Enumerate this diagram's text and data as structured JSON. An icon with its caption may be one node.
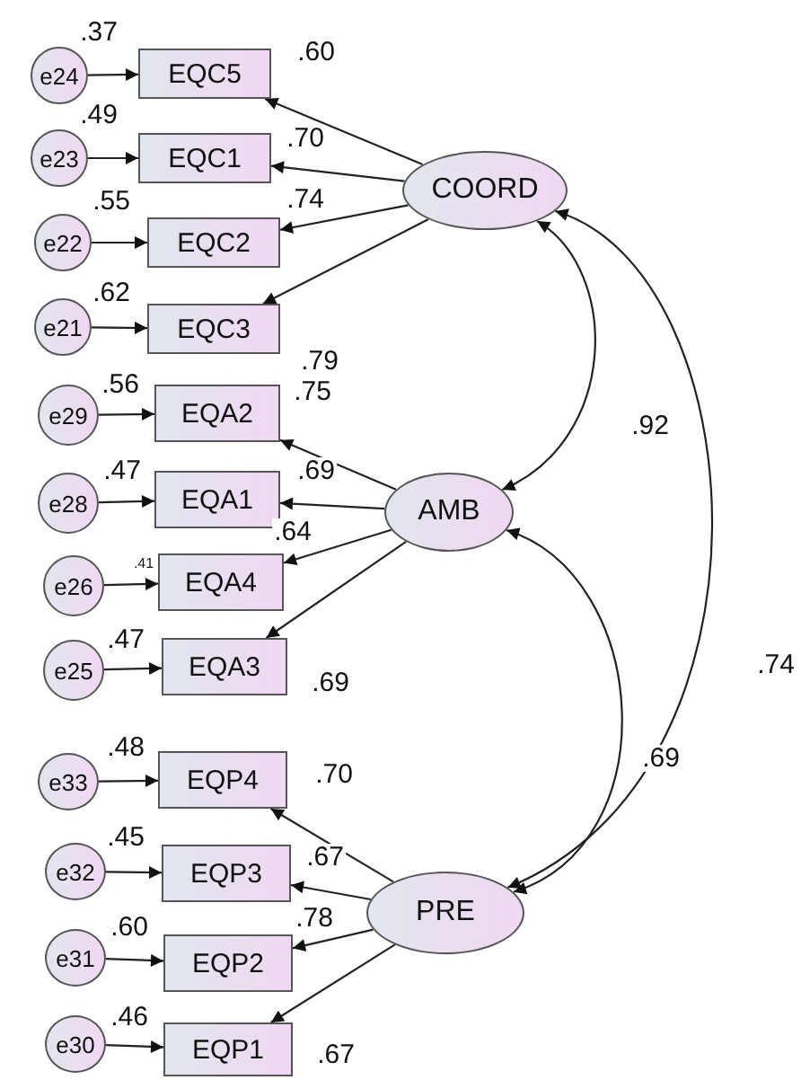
{
  "diagram": {
    "nodes": [
      {
        "text": [
          "e24"
        ]
      },
      {
        "text": [
          "EQC5"
        ]
      },
      {
        "text": [
          "e23"
        ]
      },
      {
        "text": [
          "EQC1"
        ]
      },
      {
        "text": [
          "COORD"
        ]
      },
      {
        "text": [
          "e22"
        ]
      },
      {
        "text": [
          "EQC2"
        ]
      },
      {
        "text": [
          "e21"
        ]
      },
      {
        "text": [
          "EQC3"
        ]
      },
      {
        "text": [
          "e29"
        ]
      },
      {
        "text": [
          "EQA2"
        ]
      },
      {
        "text": [
          "e28"
        ]
      },
      {
        "text": [
          "EQA1"
        ]
      },
      {
        "text": [
          "AMB"
        ]
      },
      {
        "text": [
          "e26"
        ]
      },
      {
        "text": [
          "EQA4"
        ]
      },
      {
        "text": [
          "e25"
        ]
      },
      {
        "text": [
          "EQA3"
        ]
      },
      {
        "text": [
          "e33"
        ]
      },
      {
        "text": [
          "EQP4"
        ]
      },
      {
        "text": [
          "e32"
        ]
      },
      {
        "text": [
          "EQP3"
        ]
      },
      {
        "text": [
          "PRE"
        ]
      },
      {
        "text": [
          "e31"
        ]
      },
      {
        "text": [
          "EQP2"
        ]
      },
      {
        "text": [
          "e30"
        ]
      },
      {
        "text": [
          "EQP1"
        ]
      }
    ],
    "edges": [
      {
        "from": 0,
        "to": 1,
        "arrow": "to"
      },
      {
        "from": 2,
        "to": 3,
        "arrow": "to"
      },
      {
        "from": 5,
        "to": 6,
        "arrow": "to"
      },
      {
        "from": 7,
        "to": 8,
        "arrow": "to"
      },
      {
        "from": 9,
        "to": 10,
        "arrow": "to"
      },
      {
        "from": 11,
        "to": 12,
        "arrow": "to"
      },
      {
        "from": 14,
        "to": 15,
        "arrow": "to"
      },
      {
        "from": 16,
        "to": 17,
        "arrow": "to"
      },
      {
        "from": 18,
        "to": 19,
        "arrow": "to"
      },
      {
        "from": 20,
        "to": 21,
        "arrow": "to"
      },
      {
        "from": 23,
        "to": 24,
        "arrow": "to"
      },
      {
        "from": 25,
        "to": 26,
        "arrow": "to"
      },
      {
        "from": 4,
        "to": 1,
        "arrow": "to",
        "label": ".60"
      },
      {
        "from": 4,
        "to": 3,
        "arrow": "to",
        "label": ".70"
      },
      {
        "from": 4,
        "to": 6,
        "arrow": "to",
        "label": ".74"
      },
      {
        "from": 4,
        "to": 8,
        "arrow": "to",
        "label": ".79"
      },
      {
        "from": 13,
        "to": 10,
        "arrow": "to",
        "label": ".75"
      },
      {
        "from": 13,
        "to": 12,
        "arrow": "to",
        "label": ".69"
      },
      {
        "from": 13,
        "to": 15,
        "arrow": "to",
        "label": ".64"
      },
      {
        "from": 13,
        "to": 17,
        "arrow": "to",
        "label": ".69"
      },
      {
        "from": 22,
        "to": 19,
        "arrow": "to",
        "label": ".70"
      },
      {
        "from": 22,
        "to": 21,
        "arrow": "to",
        "label": ".67"
      },
      {
        "from": 22,
        "to": 24,
        "arrow": "to",
        "label": ".78"
      },
      {
        "from": 22,
        "to": 26,
        "arrow": "to",
        "label": ".67"
      },
      {
        "from": 4,
        "to": 13,
        "arrow": "both",
        "label": ".92"
      },
      {
        "from": 4,
        "to": 22,
        "arrow": "both",
        "label": ".74"
      },
      {
        "from": 13,
        "to": 22,
        "arrow": "both",
        "label": ".69"
      }
    ],
    "labels": [
      ".37",
      ".49",
      ".55",
      ".62",
      ".56",
      ".47",
      ".41",
      ".47",
      ".48",
      ".45",
      ".60",
      ".46"
    ]
  }
}
